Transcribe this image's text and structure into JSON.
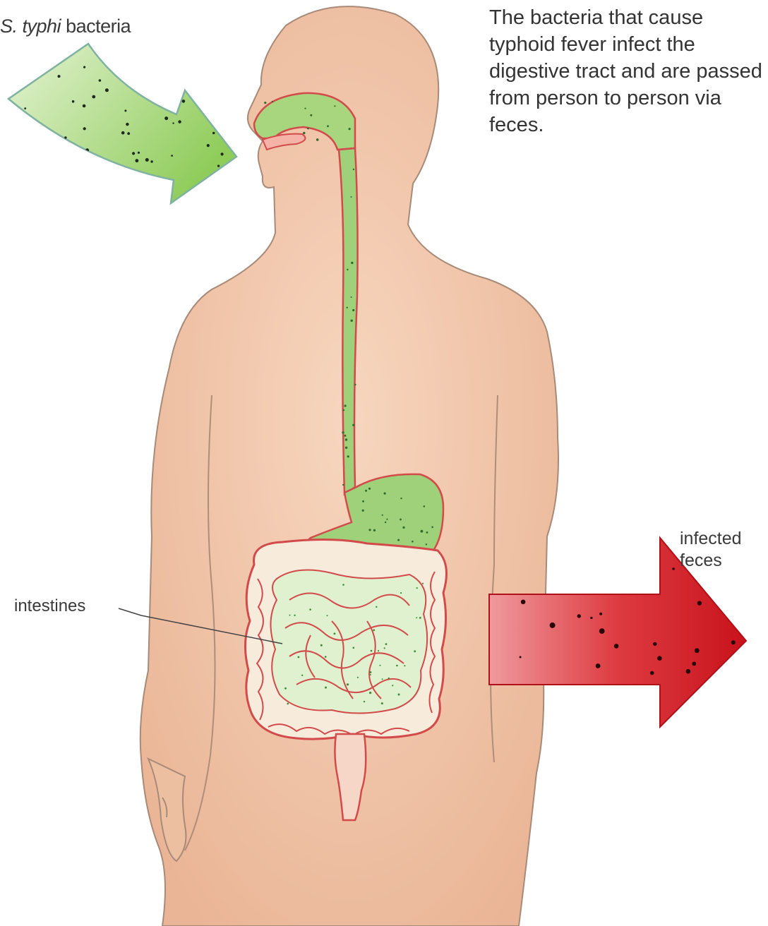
{
  "labels": {
    "bacteria_name": "S. typhi",
    "bacteria_word": "bacteria",
    "caption": "The bacteria that cause typhoid fever infect the digestive tract and are passed from person to person via feces.",
    "intestines": "intestines",
    "feces": "infected feces"
  },
  "colors": {
    "skin": "#f3c9ad",
    "skin_outline": "#a88a78",
    "tract_green": "#9fd07a",
    "tract_outline": "#d24a4a",
    "intestine_fill": "#f6ecd9",
    "arrow_green": "#cfe9b4",
    "arrow_red": "#d8202a",
    "dot": "#1d2b1d"
  }
}
